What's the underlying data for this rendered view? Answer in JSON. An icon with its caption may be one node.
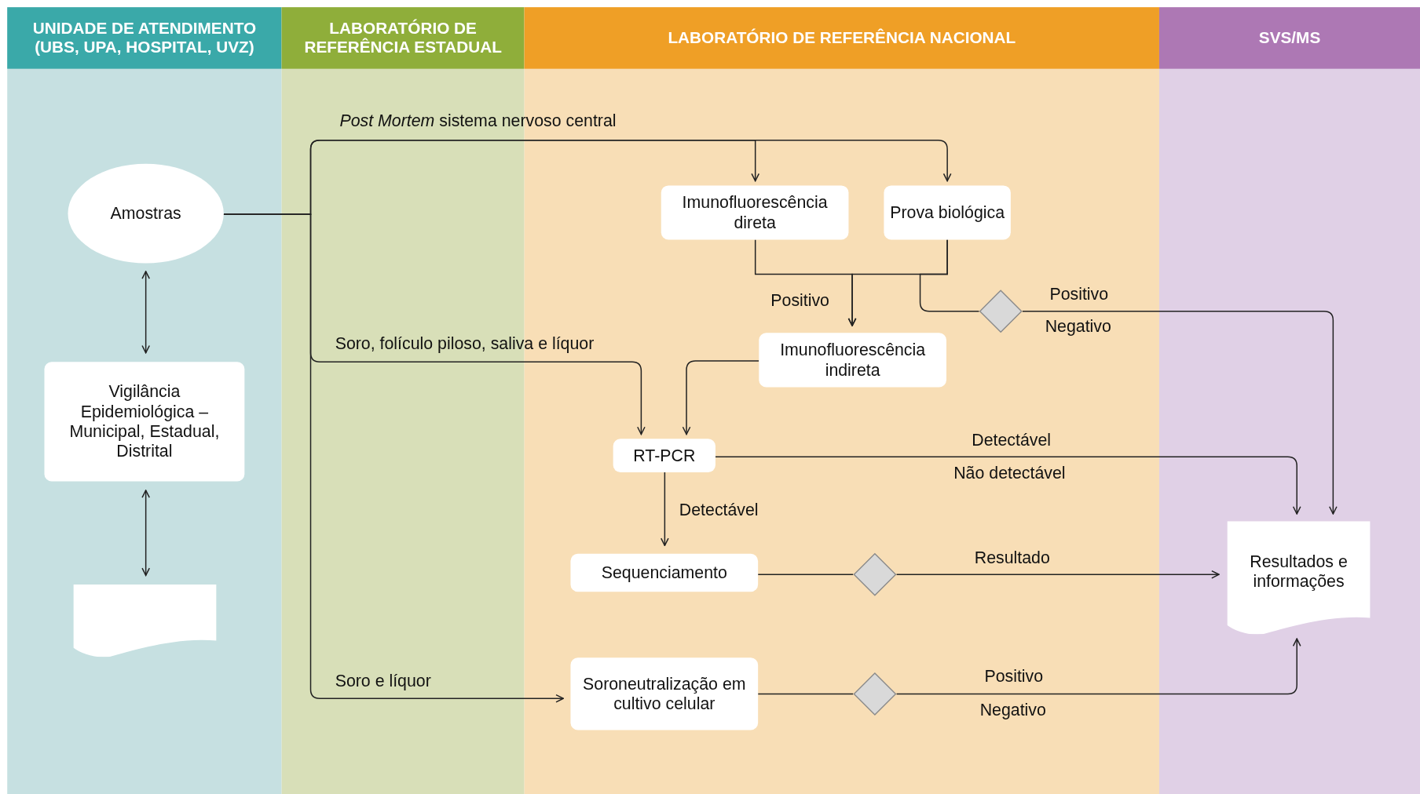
{
  "diagram": {
    "nodes": [
      {
        "text": [
          "UNIDADE DE ATENDIMENTO (UBS, UPA, HOSPITAL, UVZ)"
        ]
      },
      {
        "text": [
          "LABORATÓRIO DE REFERÊNCIA ESTADUAL"
        ]
      },
      {
        "text": [
          "LABORATÓRIO DE REFERÊNCIA NACIONAL"
        ]
      },
      {
        "text": [
          "SVS/MS"
        ]
      },
      {
        "text": [
          "Amostras"
        ]
      },
      {
        "text": [
          "Vigilância Epidemiológica – Municipal, Estadual, Distrital"
        ]
      },
      {
        "text": [],
        "shape": "document"
      },
      {
        "text": [
          "Imunofluorescência direta"
        ]
      },
      {
        "text": [
          "Prova biológica"
        ]
      },
      {
        "text": [],
        "shape": "diamond"
      },
      {
        "text": [
          "Imunofluorescência indireta"
        ]
      },
      {
        "text": [
          "RT-PCR"
        ]
      },
      {
        "text": [
          "Sequenciamento"
        ]
      },
      {
        "text": [],
        "shape": "diamond"
      },
      {
        "text": [
          "Soroneutralização em cultivo celular"
        ]
      },
      {
        "text": [],
        "shape": "diamond"
      },
      {
        "text": [
          "Resultados e informações"
        ]
      }
    ],
    "edges": [
      {
        "from": 4,
        "to": 5,
        "arrow": "both"
      },
      {
        "from": 5,
        "to": 6,
        "arrow": "both"
      },
      {
        "from": 4,
        "to": 7,
        "arrow": "to",
        "label": "*Post Mortem* sistema nervoso central"
      },
      {
        "from": 4,
        "to": 8,
        "arrow": "to"
      },
      {
        "from": 4,
        "to": 11,
        "arrow": "to",
        "label": "Soro, folículo piloso, saliva e líquor"
      },
      {
        "from": 4,
        "to": 14,
        "arrow": "to",
        "label": "Soro e líquor"
      },
      {
        "from": 7,
        "to": 10,
        "arrow": "to",
        "label": "Positivo"
      },
      {
        "from": 8,
        "to": 10,
        "arrow": "to"
      },
      {
        "from": 8,
        "to": 9,
        "arrow": "none"
      },
      {
        "from": 9,
        "to": 16,
        "arrow": "to",
        "label": "Positivo"
      },
      {
        "from": 10,
        "to": 11,
        "arrow": "to"
      },
      {
        "from": 11,
        "to": 16,
        "arrow": "to",
        "label": "Detectável"
      },
      {
        "from": 11,
        "to": 12,
        "arrow": "to",
        "label": "Detectável"
      },
      {
        "from": 12,
        "to": 13,
        "arrow": "none"
      },
      {
        "from": 13,
        "to": 16,
        "arrow": "to",
        "label": "Resultado"
      },
      {
        "from": 14,
        "to": 15,
        "arrow": "none"
      },
      {
        "from": 15,
        "to": 16,
        "arrow": "to",
        "label": "Positivo"
      }
    ],
    "labels": [
      "Negativo",
      "Não detectável",
      "Negativo"
    ]
  }
}
